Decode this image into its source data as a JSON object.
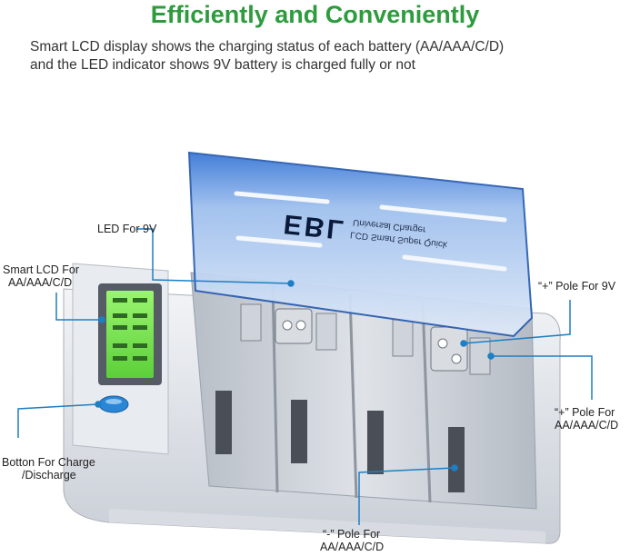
{
  "heading": "Efficiently and Conveniently",
  "subheading_line1": "Smart LCD display shows the charging status of each battery (AA/AAA/C/D)",
  "subheading_line2": "and the LED indicator shows 9V battery is charged fully or not",
  "lid": {
    "brand": "EBL",
    "line1": "Universal Charger",
    "line2": "LCD Smart Super Quick"
  },
  "callouts": {
    "led": "LED For 9V",
    "lcd_line1": "Smart LCD For",
    "lcd_line2": "AA/AAA/C/D",
    "pos_9v": "“+” Pole For 9V",
    "pos_line1": "“+” Pole For",
    "pos_line2": "AA/AAA/C/D",
    "button_line1": "Botton For Charge",
    "button_line2": "/Discharge",
    "neg_line1": "“-” Pole For",
    "neg_line2": "AA/AAA/C/D"
  },
  "colors": {
    "title_green": "#2e9b3e",
    "callout_blue": "#1e7fc4",
    "lcd_green": "#7fe85a",
    "lid_blue": "#3f7fd8"
  }
}
